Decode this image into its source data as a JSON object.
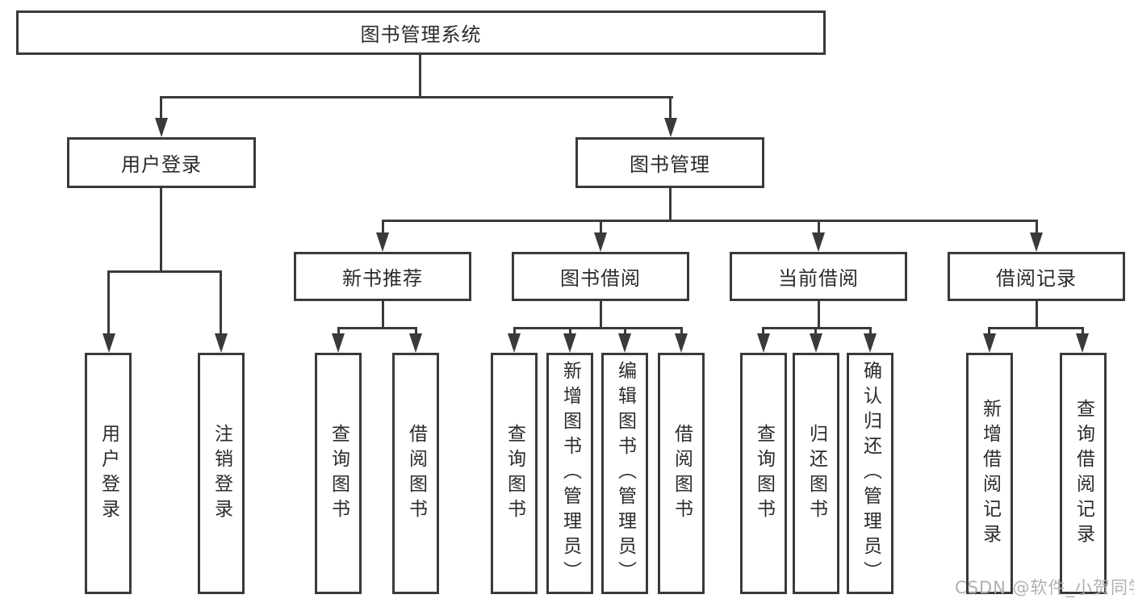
{
  "tree": {
    "root": {
      "label": "图书管理系统"
    },
    "branches": [
      {
        "label": "用户登录",
        "children": [
          {
            "label": "用户登录"
          },
          {
            "label": "注销登录"
          }
        ]
      },
      {
        "label": "图书管理",
        "groups": [
          {
            "label": "新书推荐",
            "children": [
              {
                "label": "查询图书"
              },
              {
                "label": "借阅图书"
              }
            ]
          },
          {
            "label": "图书借阅",
            "children": [
              {
                "label": "查询图书"
              },
              {
                "label": "新增图书（管理员）"
              },
              {
                "label": "编辑图书（管理员）"
              },
              {
                "label": "借阅图书"
              }
            ]
          },
          {
            "label": "当前借阅",
            "children": [
              {
                "label": "查询图书"
              },
              {
                "label": "归还图书"
              },
              {
                "label": "确认归还（管理员）"
              }
            ]
          },
          {
            "label": "借阅记录",
            "children": [
              {
                "label": "新增借阅记录"
              },
              {
                "label": "查询借阅记录"
              }
            ]
          }
        ]
      }
    ]
  },
  "watermark": "CSDN @软件_小贺同学",
  "colors": {
    "line": "#3a3a3c",
    "box_border": "#3a3a3c",
    "text": "#2b2b2b",
    "watermark": "#b0b0b0",
    "background": "#ffffff"
  }
}
